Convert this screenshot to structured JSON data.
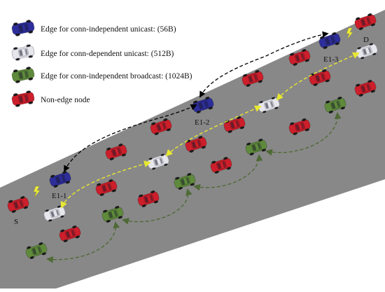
{
  "legend": [
    {
      "type": "edge_indep_unicast",
      "label": "Edge for conn-independent unicast: (56B)"
    },
    {
      "type": "edge_dep_unicast",
      "label": "Edge for conn-dependent unicast: (512B)"
    },
    {
      "type": "edge_indep_broadcast",
      "label": "Edge for conn-independent broadcast: (1024B)"
    },
    {
      "type": "non_edge",
      "label": "Non-edge node"
    }
  ],
  "node_labels": {
    "S": "S",
    "E1_1": "E1-1",
    "E1_2": "E1-2",
    "E1_3": "E1-3",
    "D": "D"
  },
  "colors": {
    "road": "#888888",
    "indep_unicast_car": "#2e2e9a",
    "dep_unicast_car": "#e6e6ec",
    "broadcast_car": "#5f8a3c",
    "non_edge_car": "#cc1f2b",
    "indep_unicast_arrow": "#000000",
    "dep_unicast_arrow": "#e8e830",
    "broadcast_arrow": "#4f6a35",
    "lightning": "#ecec3a"
  },
  "icons": [
    "car-icon",
    "lightning-icon",
    "dashed-arrow-icon"
  ]
}
